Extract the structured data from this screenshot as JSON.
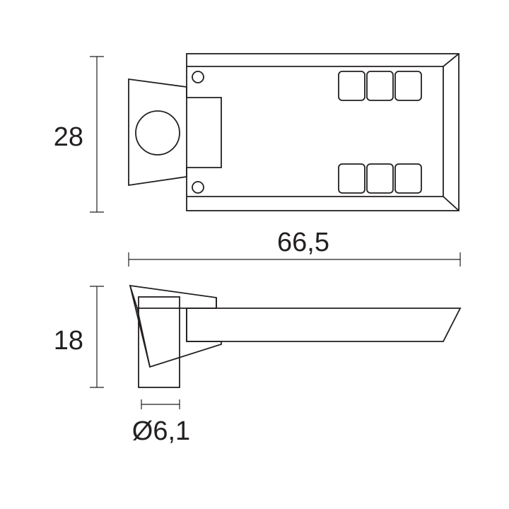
{
  "dimensions": {
    "height_top": "28",
    "width": "66,5",
    "height_side": "18",
    "diameter": "Ø6,1"
  },
  "colors": {
    "stroke": "#231f20",
    "background": "#ffffff"
  }
}
